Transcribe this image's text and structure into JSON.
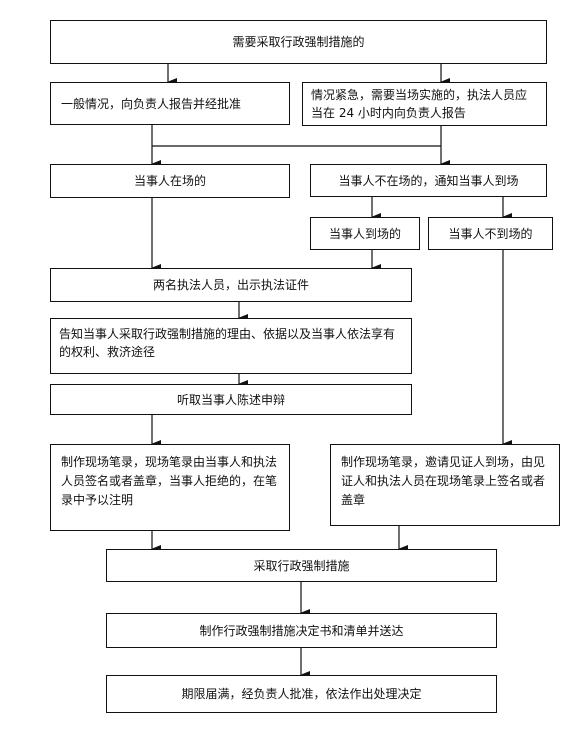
{
  "flowchart": {
    "node_start": "需要采取行政强制措施的",
    "node_normal": "一般情况，向负责人报告并经批准",
    "node_urgent": "情况紧急，需要当场实施的，执法人员应当在 24 小时内向负责人报告",
    "node_present": "当事人在场的",
    "node_absent": "当事人不在场的，通知当事人到场",
    "node_arrives": "当事人到场的",
    "node_not_arrive": "当事人不到场的",
    "node_two_officers": "两名执法人员，出示执法证件",
    "node_inform": "告知当事人采取行政强制措施的理由、依据以及当事人依法享有的权利、救济途径",
    "node_hear": "听取当事人陈述申辩",
    "node_record_party": "制作现场笔录，现场笔录由当事人和执法人员签名或者盖章，当事人拒绝的，在笔录中予以注明",
    "node_record_witness": "制作现场笔录，邀请见证人到场，由见证人和执法人员在现场笔录上签名或者盖章",
    "node_take_measure": "采取行政强制措施",
    "node_decision": "制作行政强制措施决定书和清单并送达",
    "node_expire": "期限届满，经负责人批准，依法作出处理决定"
  }
}
